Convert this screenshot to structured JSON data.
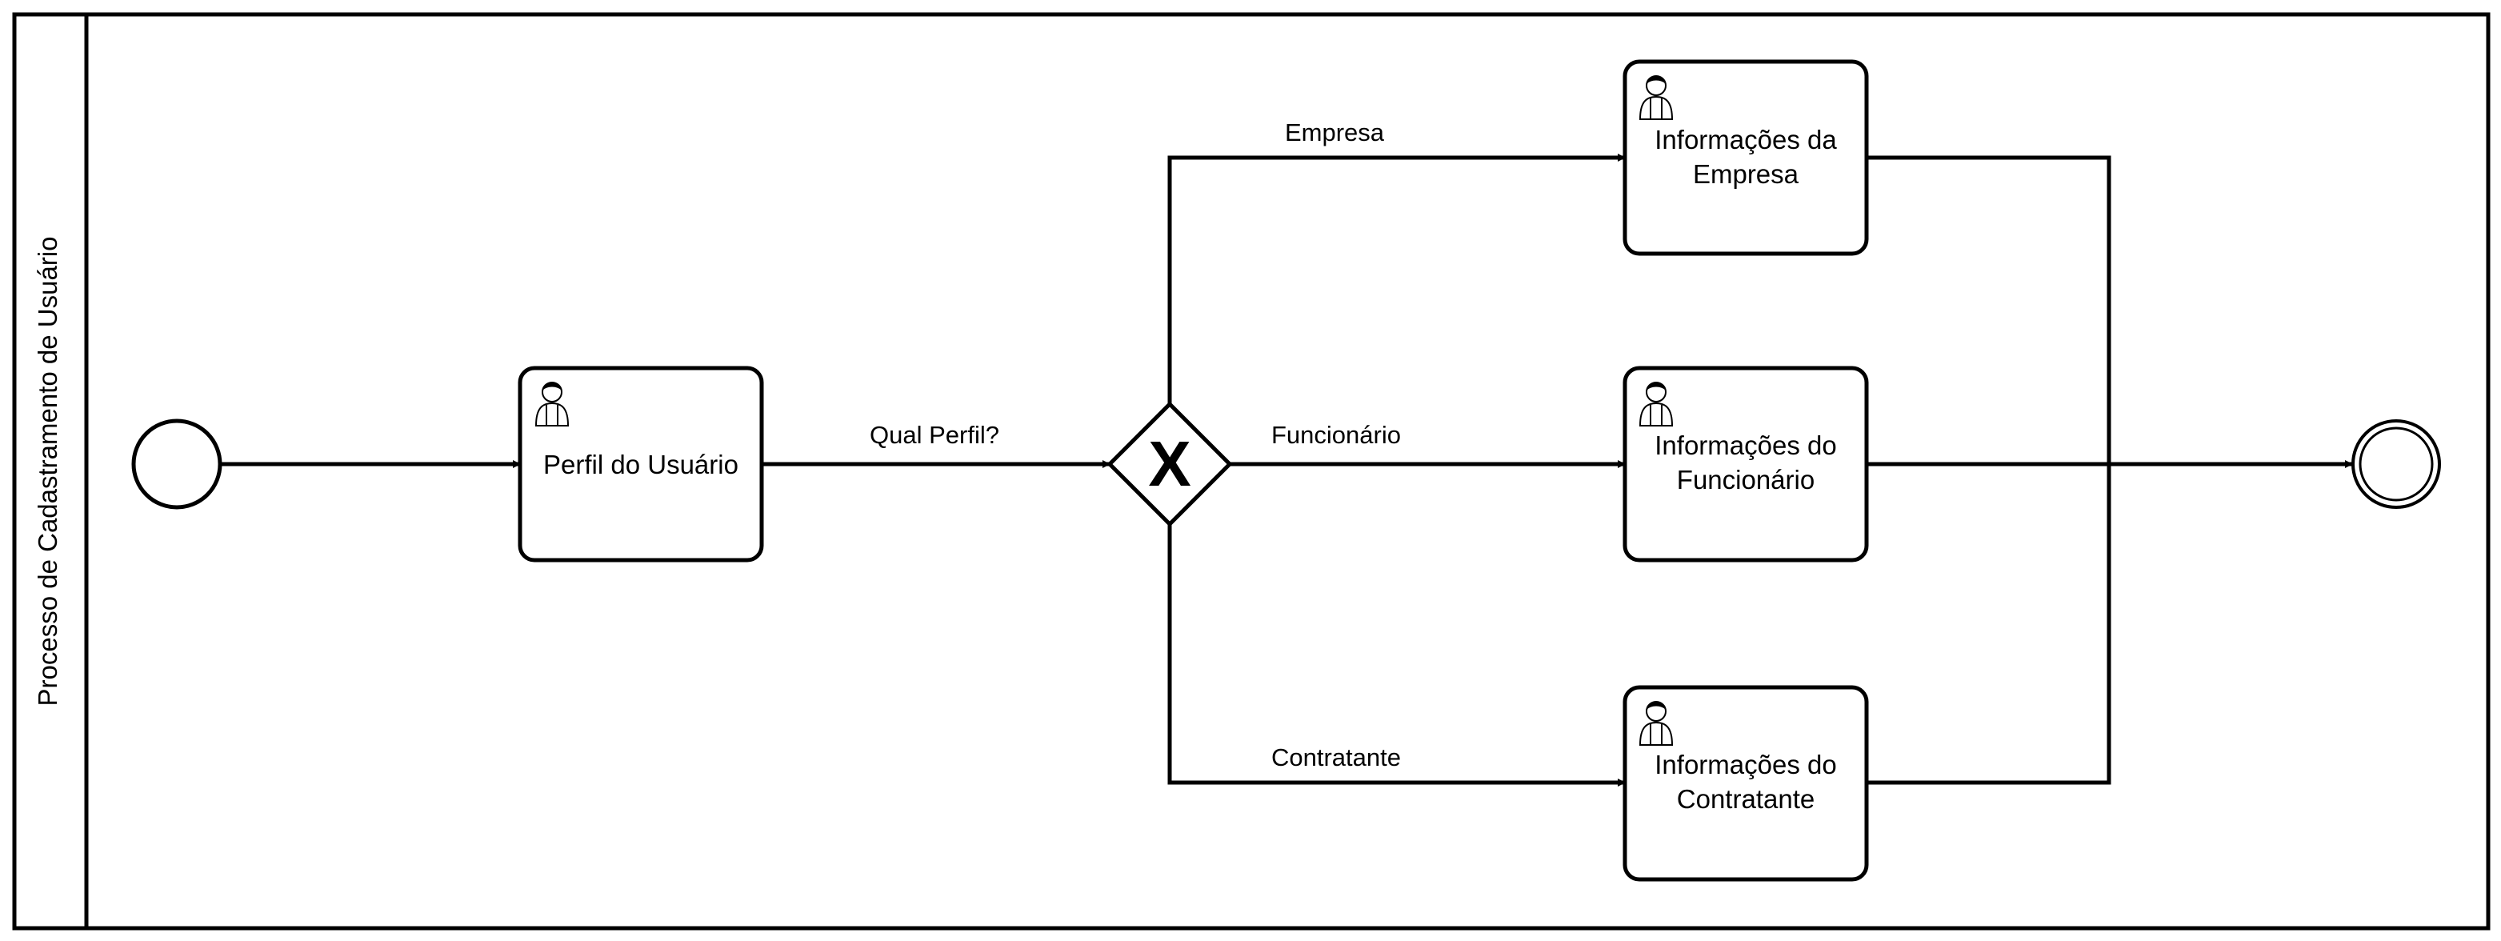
{
  "pool": {
    "label": "Processo de Cadastramento de Usuário"
  },
  "start_event": {
    "type": "start"
  },
  "end_event": {
    "type": "end"
  },
  "tasks": {
    "perfil": {
      "lines": [
        "Perfil do Usuário"
      ],
      "icon": "user-icon"
    },
    "empresa": {
      "lines": [
        "Informações da",
        "Empresa"
      ],
      "icon": "user-icon"
    },
    "funcionario": {
      "lines": [
        "Informações do",
        "Funcionário"
      ],
      "icon": "user-icon"
    },
    "contratante": {
      "lines": [
        "Informações do",
        "Contratante"
      ],
      "icon": "user-icon"
    }
  },
  "gateway": {
    "type": "exclusive",
    "symbol": "X"
  },
  "flows": {
    "qual_perfil": "Qual Perfil?",
    "empresa": "Empresa",
    "funcionario": "Funcionário",
    "contratante": "Contratante"
  }
}
